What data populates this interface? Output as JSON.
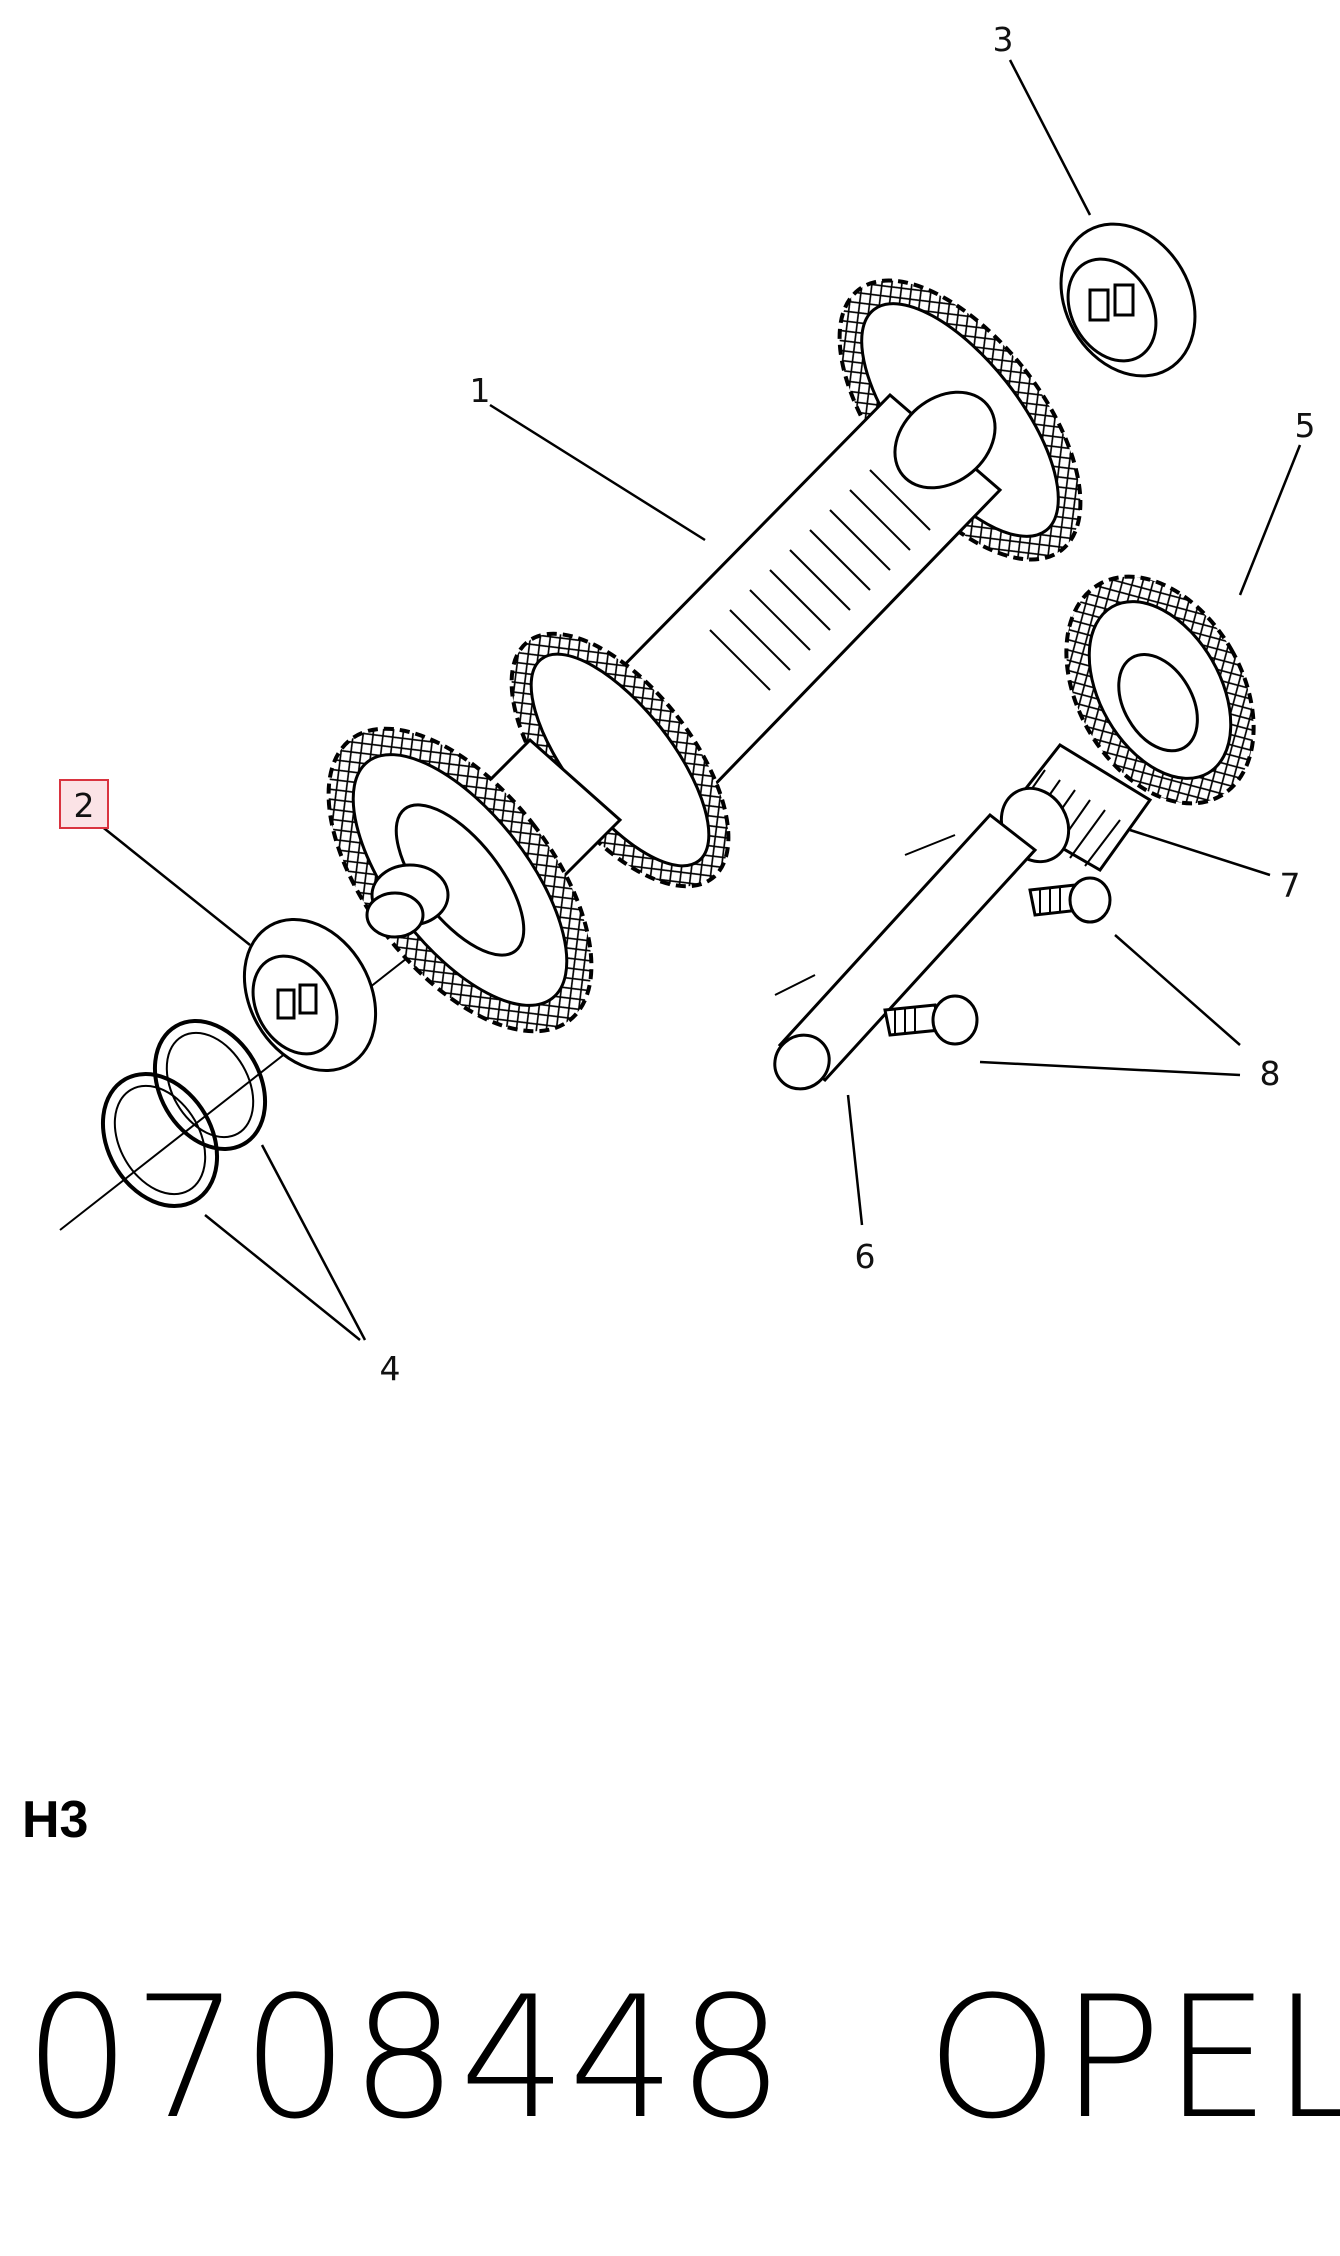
{
  "callouts": [
    {
      "id": "1",
      "label": "1"
    },
    {
      "id": "2",
      "label": "2",
      "highlighted": true
    },
    {
      "id": "3",
      "label": "3"
    },
    {
      "id": "4",
      "label": "4"
    },
    {
      "id": "5",
      "label": "5"
    },
    {
      "id": "6",
      "label": "6"
    },
    {
      "id": "7",
      "label": "7"
    },
    {
      "id": "8",
      "label": "8"
    }
  ],
  "section_code": "H3",
  "part_number": "0708448",
  "brand": "OPEL",
  "colors": {
    "line": "#000000",
    "highlight_border": "#d9333f",
    "highlight_fill": "#fbe3e6"
  }
}
